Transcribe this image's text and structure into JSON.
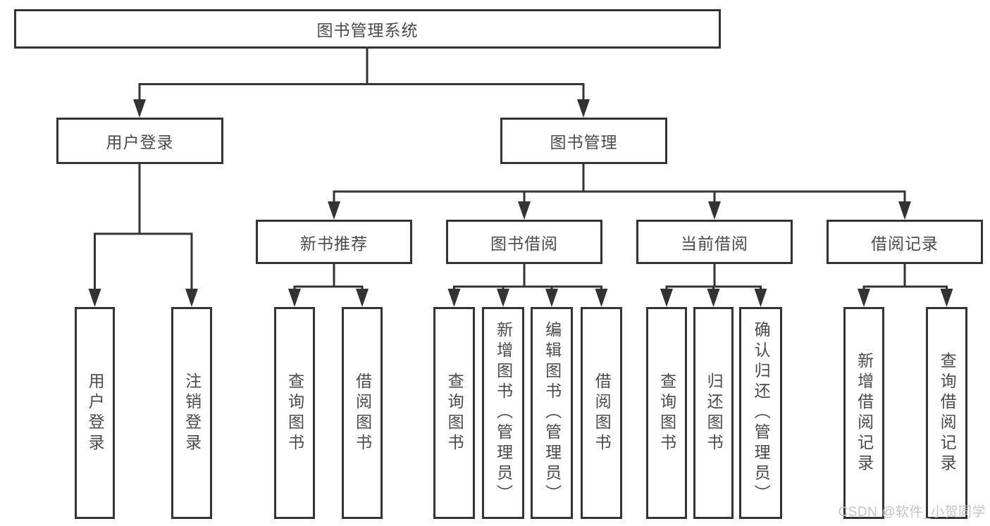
{
  "diagram_title": "图书管理系统",
  "tree": {
    "label": "图书管理系统",
    "children": [
      {
        "label": "用户登录",
        "children": [
          {
            "label": "用户登录"
          },
          {
            "label": "注销登录"
          }
        ]
      },
      {
        "label": "图书管理",
        "children": [
          {
            "label": "新书推荐",
            "children": [
              {
                "label": "查询图书"
              },
              {
                "label": "借阅图书"
              }
            ]
          },
          {
            "label": "图书借阅",
            "children": [
              {
                "label": "查询图书"
              },
              {
                "label": "新增图书（管理员）"
              },
              {
                "label": "编辑图书（管理员）"
              },
              {
                "label": "借阅图书"
              }
            ]
          },
          {
            "label": "当前借阅",
            "children": [
              {
                "label": "查询图书"
              },
              {
                "label": "归还图书"
              },
              {
                "label": "确认归还（管理员）"
              }
            ]
          },
          {
            "label": "借阅记录",
            "children": [
              {
                "label": "新增借阅记录"
              },
              {
                "label": "查询借阅记录"
              }
            ]
          }
        ]
      }
    ]
  },
  "watermark": {
    "text": "CSDN @软件_小贺同学"
  },
  "colors": {
    "line": "#333333",
    "box_border": "#333333",
    "text": "#4a4a4a",
    "watermark": "#c3c3c3",
    "background": "#ffffff"
  }
}
